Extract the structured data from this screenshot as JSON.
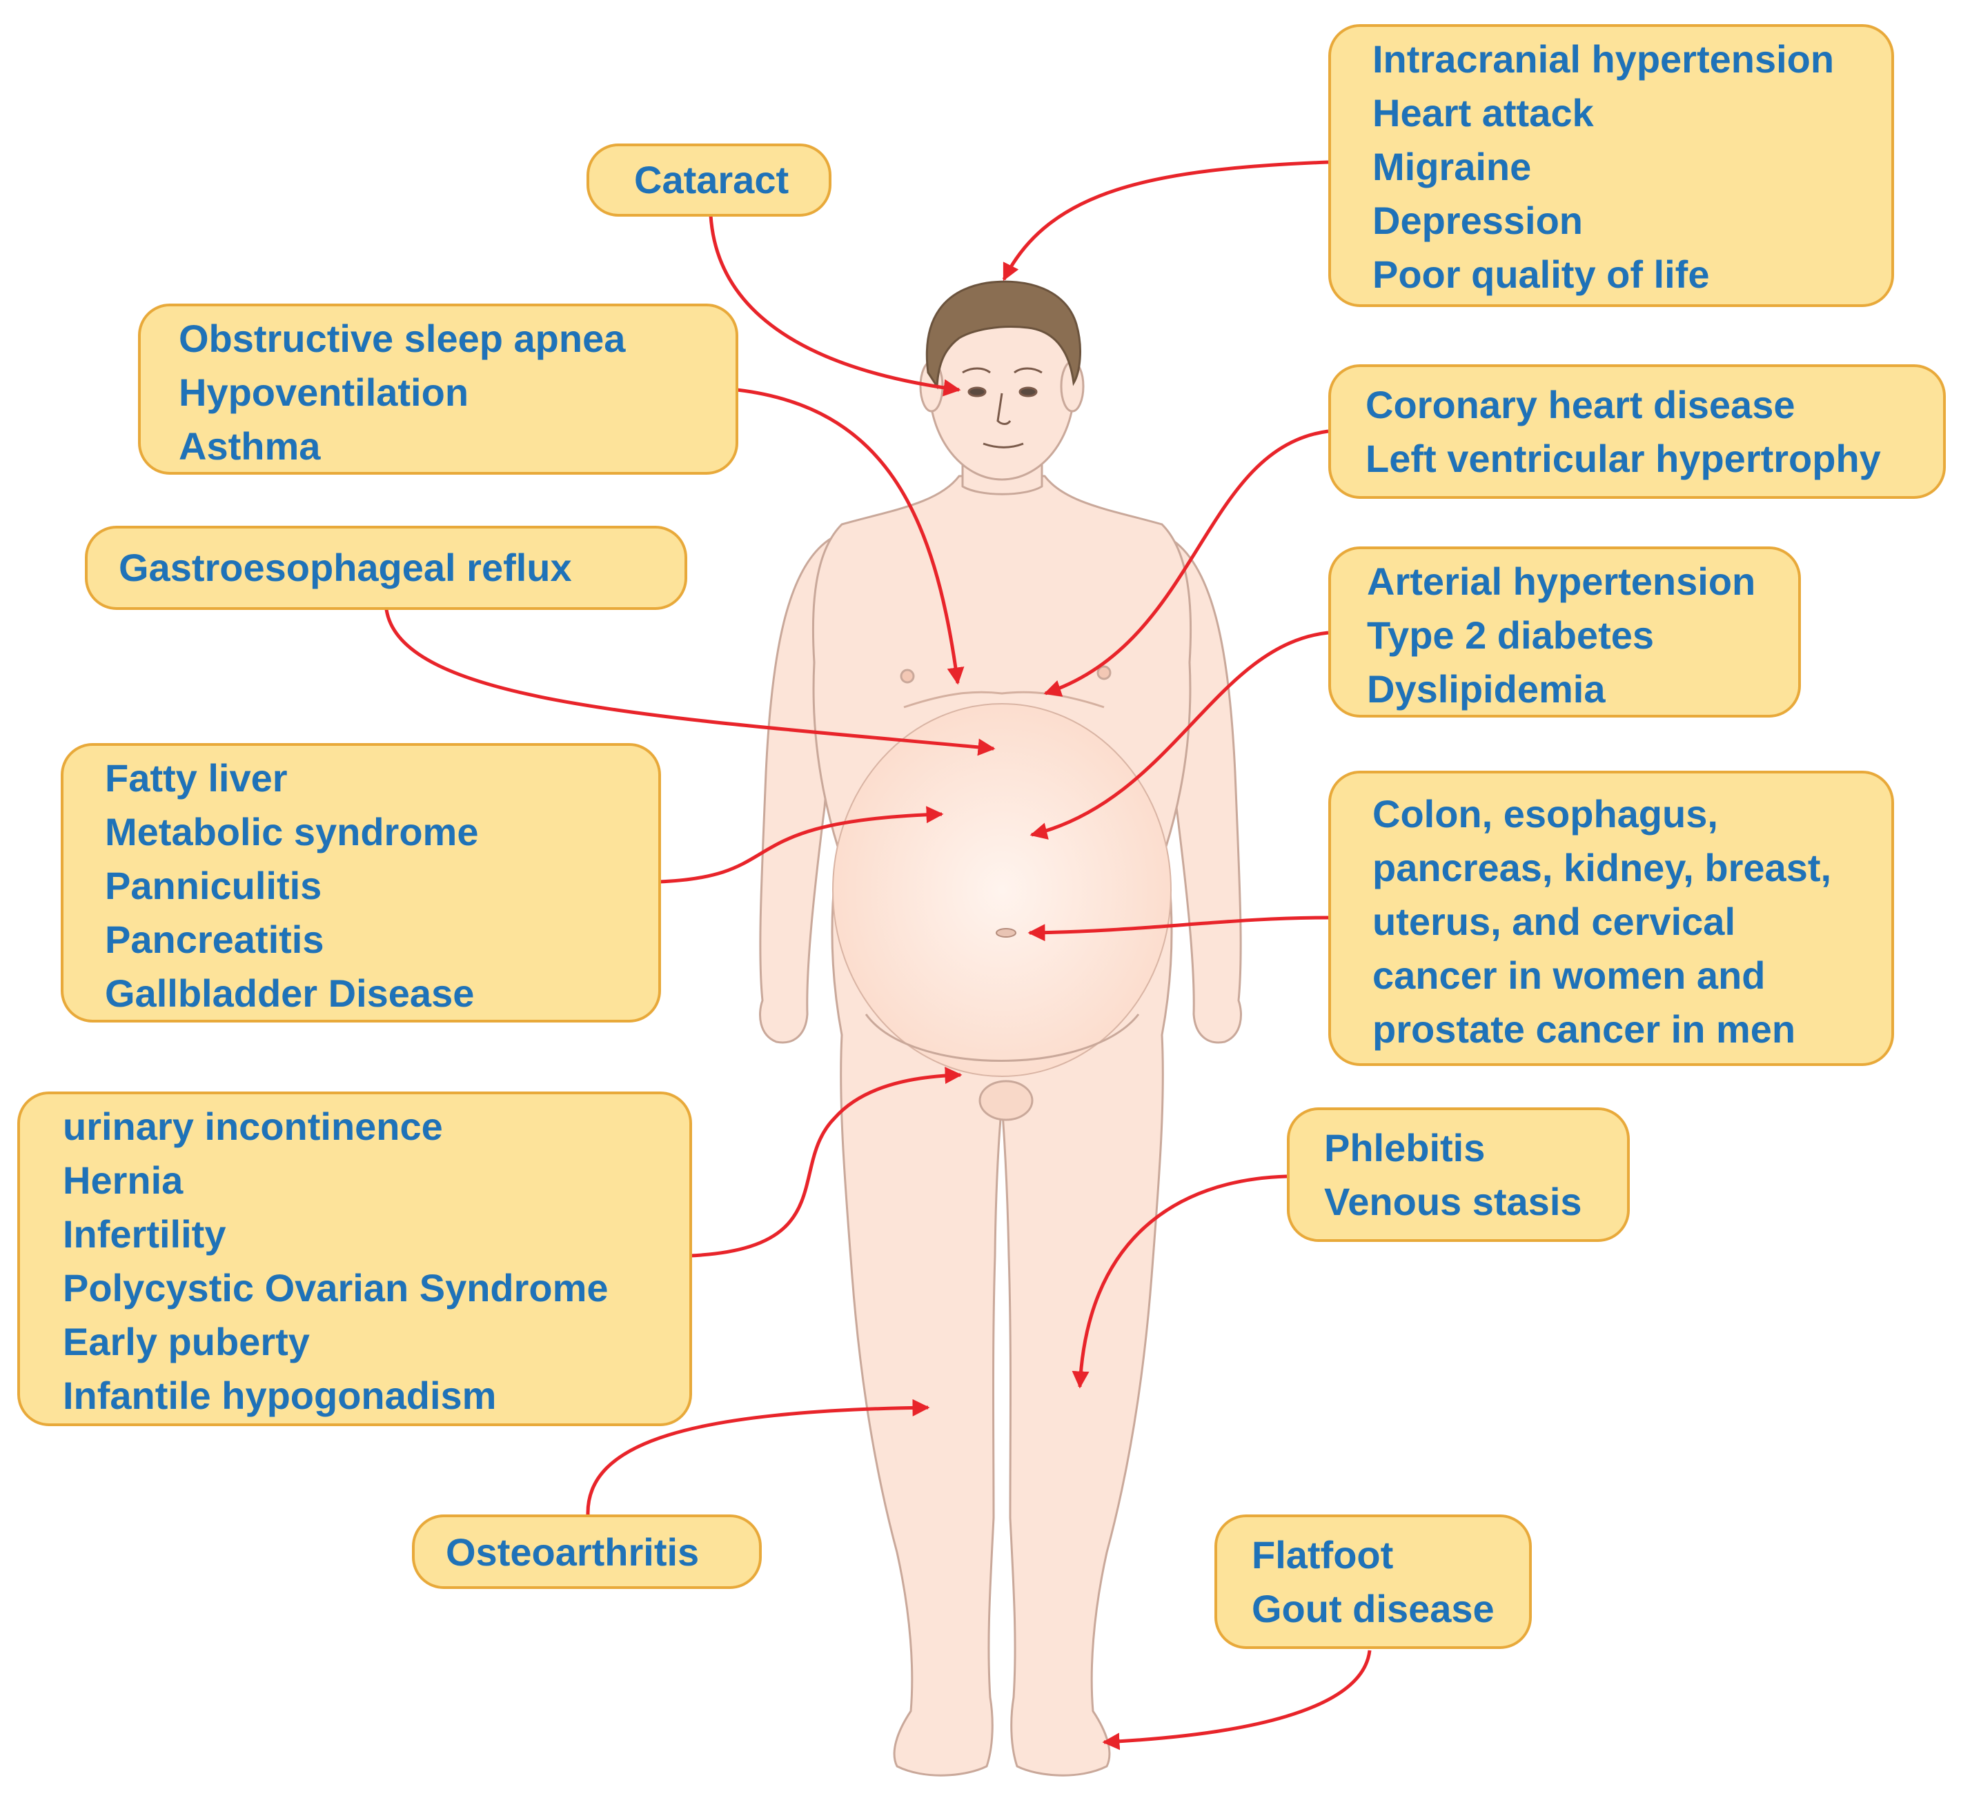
{
  "boxes": [
    {
      "id": "cataract",
      "lines": [
        "Cataract"
      ]
    },
    {
      "id": "head",
      "lines": [
        "Intracranial hypertension",
        "Heart attack",
        "Migraine",
        "Depression",
        "Poor quality of life"
      ]
    },
    {
      "id": "sleep",
      "lines": [
        "Obstructive sleep apnea",
        "Hypoventilation",
        "Asthma"
      ]
    },
    {
      "id": "coronary",
      "lines": [
        "Coronary heart disease",
        "Left ventricular hypertrophy"
      ]
    },
    {
      "id": "reflux",
      "lines": [
        "Gastroesophageal reflux"
      ]
    },
    {
      "id": "arterial",
      "lines": [
        "Arterial hypertension",
        "Type 2 diabetes",
        "Dyslipidemia"
      ]
    },
    {
      "id": "liver",
      "lines": [
        "Fatty liver",
        "Metabolic syndrome",
        "Panniculitis",
        "Pancreatitis",
        "Gallbladder  Disease"
      ]
    },
    {
      "id": "cancer",
      "lines": [
        "Colon,  esophagus,",
        "pancreas, kidney, breast,",
        "uterus, and cervical",
        "cancer in women and",
        "prostate cancer in men"
      ]
    },
    {
      "id": "urinary",
      "lines": [
        "urinary incontinence",
        "Hernia",
        "Infertility",
        "Polycystic Ovarian Syndrome",
        "Early puberty",
        "Infantile hypogonadism"
      ]
    },
    {
      "id": "phlebitis",
      "lines": [
        "Phlebitis",
        "Venous stasis"
      ]
    },
    {
      "id": "osteo",
      "lines": [
        "Osteoarthritis"
      ]
    },
    {
      "id": "flatfoot",
      "lines": [
        "Flatfoot",
        "Gout disease"
      ]
    }
  ],
  "colors": {
    "box_fill": "#fde39a",
    "box_border": "#e8a93a",
    "label_text": "#1f72b8",
    "arrow": "#e8242a",
    "skin": "#fce4d8",
    "skin_outline": "#c9a89a",
    "hair": "#8a6e52"
  },
  "icons": [
    "human-figure"
  ]
}
